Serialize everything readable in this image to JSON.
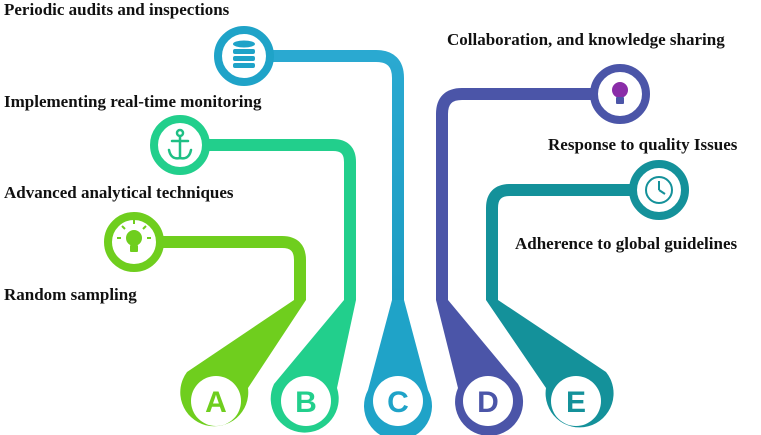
{
  "labels": {
    "periodic_audits": "Periodic audits and inspections",
    "realtime_monitoring": "Implementing real-time monitoring",
    "advanced_analytics": "Advanced analytical techniques",
    "random_sampling": "Random sampling",
    "collaboration": "Collaboration, and knowledge sharing",
    "response_quality": "Response to quality Issues",
    "adherence_guidelines": "Adherence to global guidelines"
  },
  "items": [
    {
      "letter": "A",
      "color": "#6fce1e",
      "icon": "lightbulb-icon"
    },
    {
      "letter": "B",
      "color": "#22cf8c",
      "icon": "anchor-icon"
    },
    {
      "letter": "C",
      "color": "#1fa3c8",
      "icon": "database-icon"
    },
    {
      "letter": "D",
      "color": "#4b55a8",
      "icon": "lightbulb-icon"
    },
    {
      "letter": "E",
      "color": "#14919a",
      "icon": "clock-icon"
    }
  ]
}
